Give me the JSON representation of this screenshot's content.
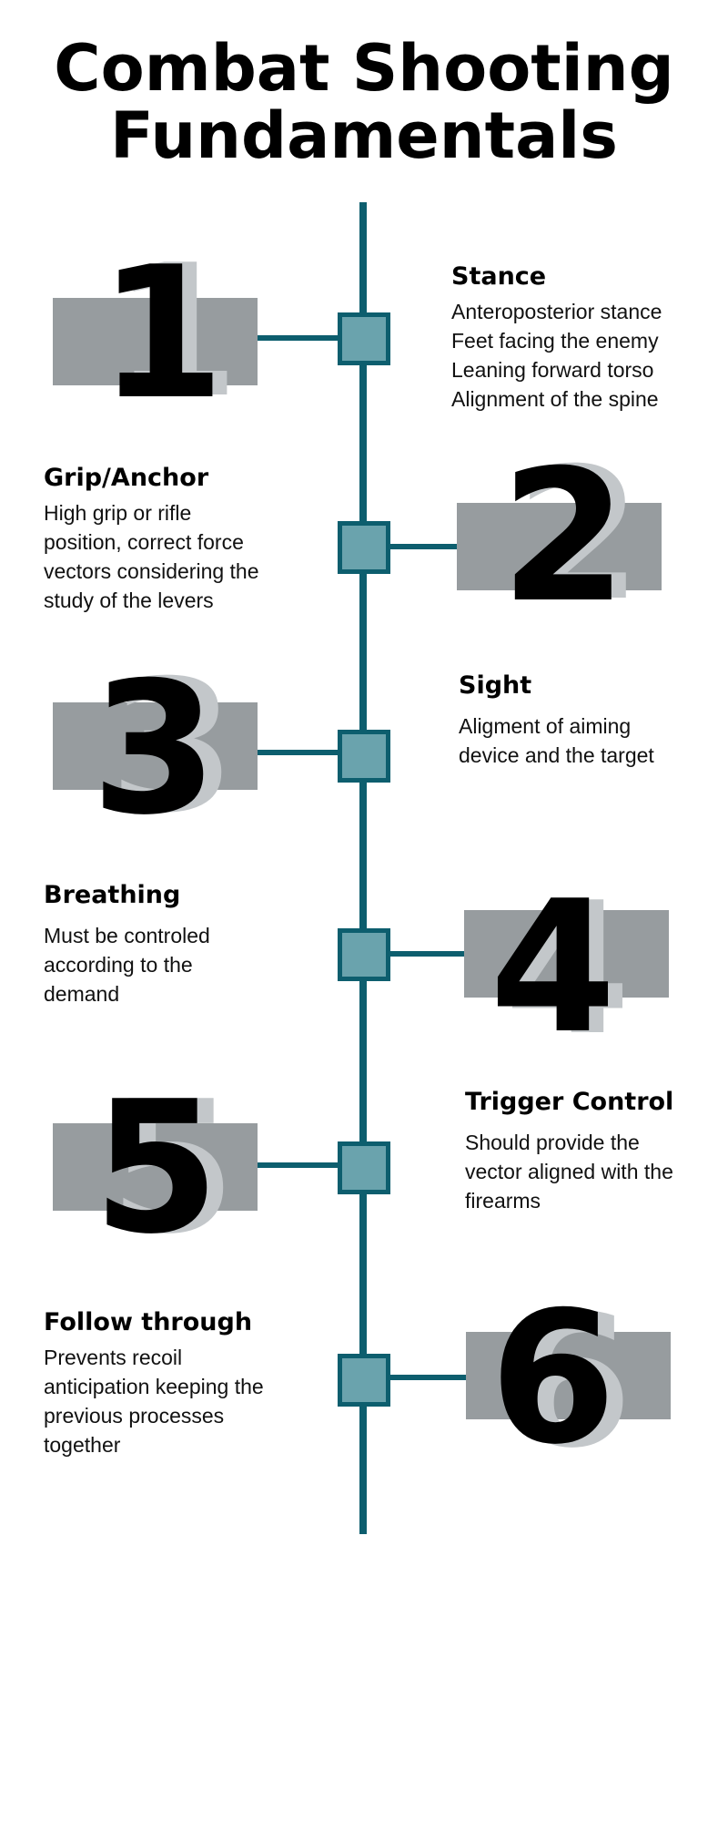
{
  "title": {
    "line1": "Combat Shooting",
    "line2": "Fundamentals"
  },
  "colors": {
    "timeline": "#0d5e6e",
    "node_fill": "#6aa3ad",
    "number_bar": "#979c9f",
    "number_shadow": "#c3c7ca"
  },
  "steps": [
    {
      "number": "1",
      "title": "Stance",
      "lines": [
        "Anteroposterior stance",
        "Feet facing the enemy",
        "Leaning forward torso",
        "Alignment of the spine"
      ]
    },
    {
      "number": "2",
      "title": "Grip/Anchor",
      "lines": [
        "High grip or rifle",
        "position, correct force",
        "vectors considering the",
        "study of the levers"
      ]
    },
    {
      "number": "3",
      "title": "Sight",
      "lines": [
        "Aligment of aiming",
        "device and the target"
      ]
    },
    {
      "number": "4",
      "title": "Breathing",
      "lines": [
        "Must be controled",
        "according to the",
        "demand"
      ]
    },
    {
      "number": "5",
      "title": "Trigger Control",
      "lines": [
        "Should provide the",
        "vector aligned with the",
        "firearms"
      ]
    },
    {
      "number": "6",
      "title": "Follow through",
      "lines": [
        "Prevents recoil",
        "anticipation keeping the",
        "previous processes",
        "together"
      ]
    }
  ]
}
